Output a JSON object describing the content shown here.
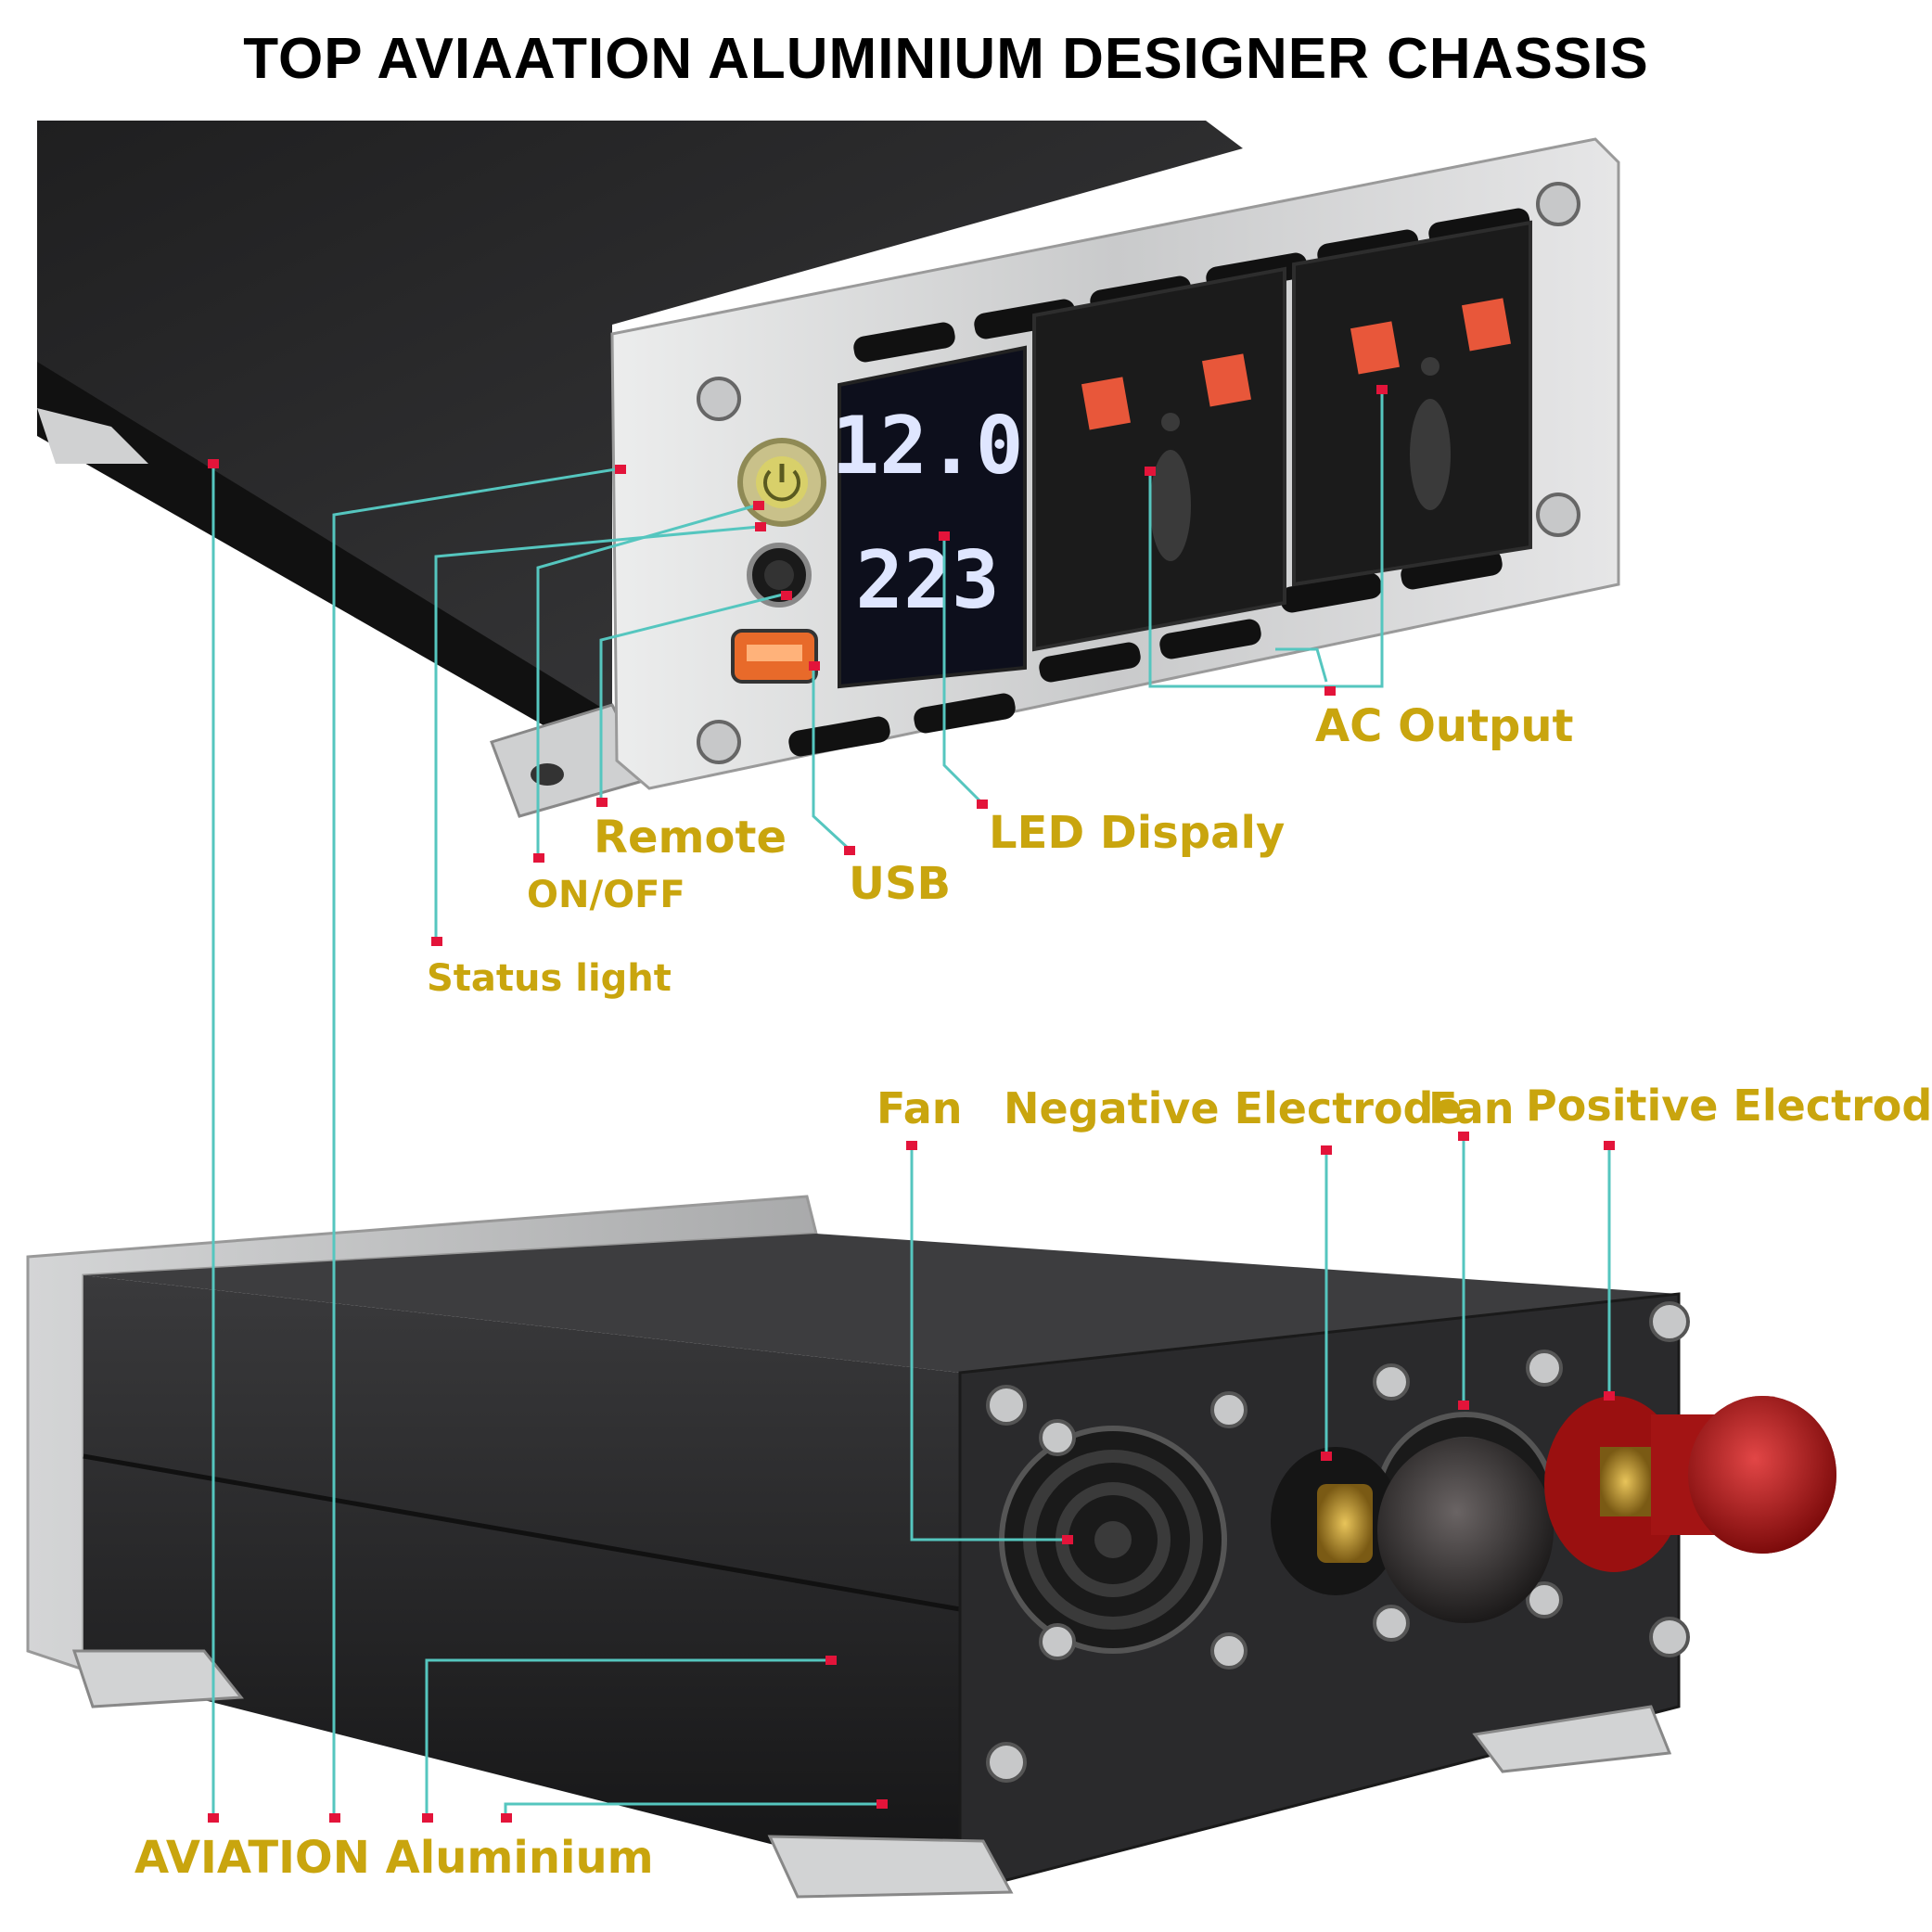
{
  "page": {
    "title": "TOP AVIAATION ALUMINIUM DESIGNER CHASSIS"
  },
  "display": {
    "voltage": "12.0",
    "ac_voltage": "223"
  },
  "labels": {
    "ac_output": "AC Output",
    "led_display": "LED Dispaly",
    "usb": "USB",
    "remote": "Remote",
    "on_off": "ON/OFF",
    "status_light": "Status light",
    "fan_left": "Fan",
    "negative_electrode": "Negative Electrode",
    "fan_right": "Fan",
    "positive_electrode": "Positive Electrode",
    "aviation_aluminium": "AVIATION Aluminium"
  },
  "colors": {
    "label": "#c9a50e",
    "leader_line": "#55c6bf",
    "marker": "#e3143a",
    "led_digits": "#dfe6ff",
    "chassis": "#2b2b2d",
    "panel": "#d9dadb",
    "positive_terminal": "#c01c1c"
  }
}
